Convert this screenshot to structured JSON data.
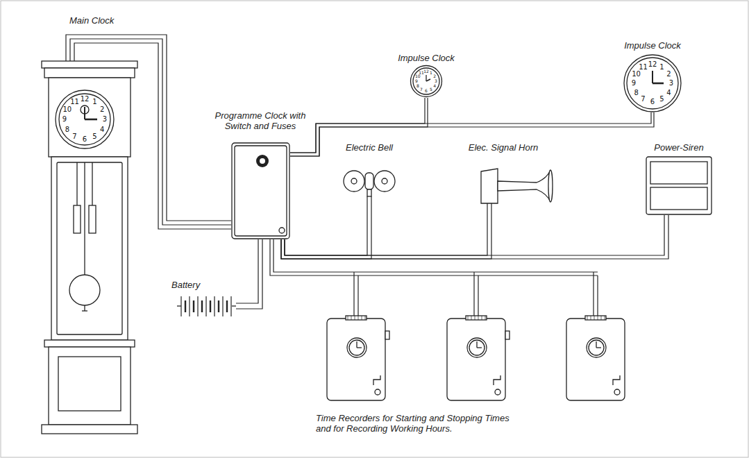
{
  "diagram": {
    "nodes": [
      {
        "text": [
          "Main Clock"
        ]
      },
      {
        "text": [
          "Impulse Clock"
        ]
      },
      {
        "text": [
          "Impulse Clock"
        ]
      },
      {
        "text": [
          "Programme Clock with Switch and Fuses"
        ]
      },
      {
        "text": [
          "Electric Bell"
        ]
      },
      {
        "text": [
          "Elec. Signal Horn"
        ]
      },
      {
        "text": [
          "Power-Siren"
        ]
      },
      {
        "text": [
          "Battery"
        ]
      },
      {
        "text": [
          "Time Recorders for Starting and Stopping Times and for Recording Working Hours."
        ]
      }
    ],
    "edges": [
      {
        "from": 0,
        "to": 3,
        "arrow": "none"
      },
      {
        "from": 3,
        "to": 1,
        "arrow": "none"
      },
      {
        "from": 3,
        "to": 2,
        "arrow": "none"
      },
      {
        "from": 3,
        "to": 4,
        "arrow": "none"
      },
      {
        "from": 3,
        "to": 5,
        "arrow": "none"
      },
      {
        "from": 3,
        "to": 6,
        "arrow": "none"
      },
      {
        "from": 3,
        "to": 8,
        "arrow": "none"
      },
      {
        "from": 7,
        "to": 3,
        "arrow": "none"
      }
    ],
    "labels": [
      "12",
      "1",
      "2",
      "3",
      "4",
      "5",
      "6",
      "7",
      "8",
      "9",
      "10",
      "11",
      "12",
      "1",
      "2",
      "3",
      "4",
      "5",
      "6",
      "7",
      "8",
      "9",
      "10",
      "11",
      "12",
      "1",
      "2",
      "3",
      "4",
      "5",
      "6",
      "7",
      "8",
      "9",
      "10",
      "11"
    ]
  }
}
